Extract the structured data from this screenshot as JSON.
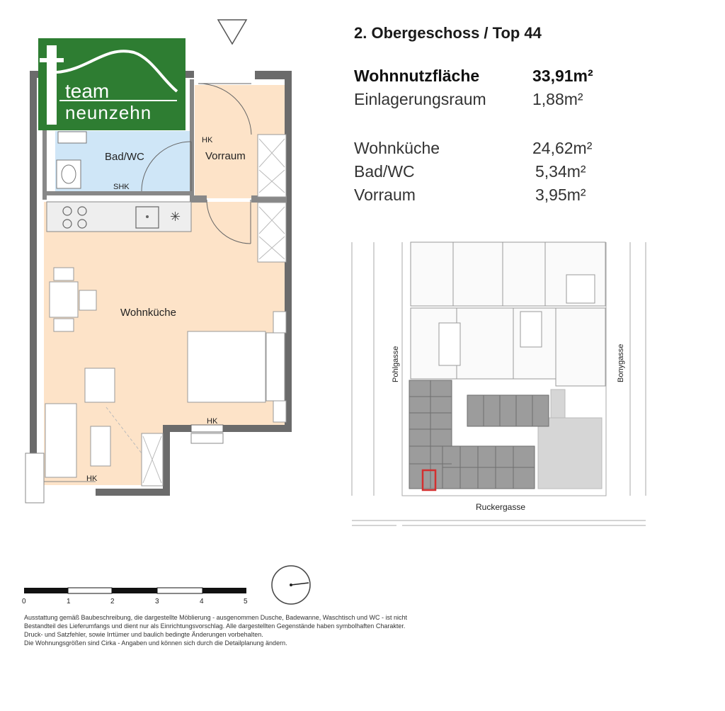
{
  "logo": {
    "line1": "team",
    "line2": "neunzehn"
  },
  "heading": "2. Obergeschoss / Top 44",
  "areas": {
    "primary": [
      {
        "name": "Wohnnutzfläche",
        "value": "33,91m²",
        "bold": true
      },
      {
        "name": "Einlagerungsraum",
        "value": "1,88m²",
        "bold": false
      }
    ],
    "rooms": [
      {
        "name": "Wohnküche",
        "value": "24,62m²"
      },
      {
        "name": "Bad/WC",
        "value": "5,34m²"
      },
      {
        "name": "Vorraum",
        "value": "3,95m²"
      }
    ]
  },
  "plan": {
    "room_bad": "Bad/WC",
    "room_vorraum": "Vorraum",
    "room_wohnkueche": "Wohnküche",
    "hk_vorraum": "HK",
    "shk": "SHK",
    "hk_window": "HK",
    "hk_balcony": "HK"
  },
  "siteplan": {
    "street_left": "Pohlgasse",
    "street_right": "Bonygasse",
    "street_bottom": "Ruckergasse"
  },
  "scale": {
    "ticks": [
      "0",
      "1",
      "2",
      "3",
      "4",
      "5"
    ]
  },
  "disclaimer": [
    "Ausstattung gemäß Baubeschreibung, die dargestellte Möblierung - ausgenommen Dusche, Badewanne, Waschtisch und WC - ist nicht",
    "Bestandteil des Lieferumfangs und dient nur als Einrichtungsvorschlag. Alle dargestellten Gegenstände haben symbolhaften Charakter.",
    "Druck- und Satzfehler, sowie Irrtümer und baulich bedingte Änderungen vorbehalten.",
    "Die Wohnungsgrößen sind Cirka - Angaben und können sich durch die Detailplanung ändern."
  ],
  "colors": {
    "logo_bg": "#2e7d32",
    "room_fill": "#fde3c8",
    "bath_fill": "#cfe6f7",
    "highlight": "#d32f2f"
  }
}
